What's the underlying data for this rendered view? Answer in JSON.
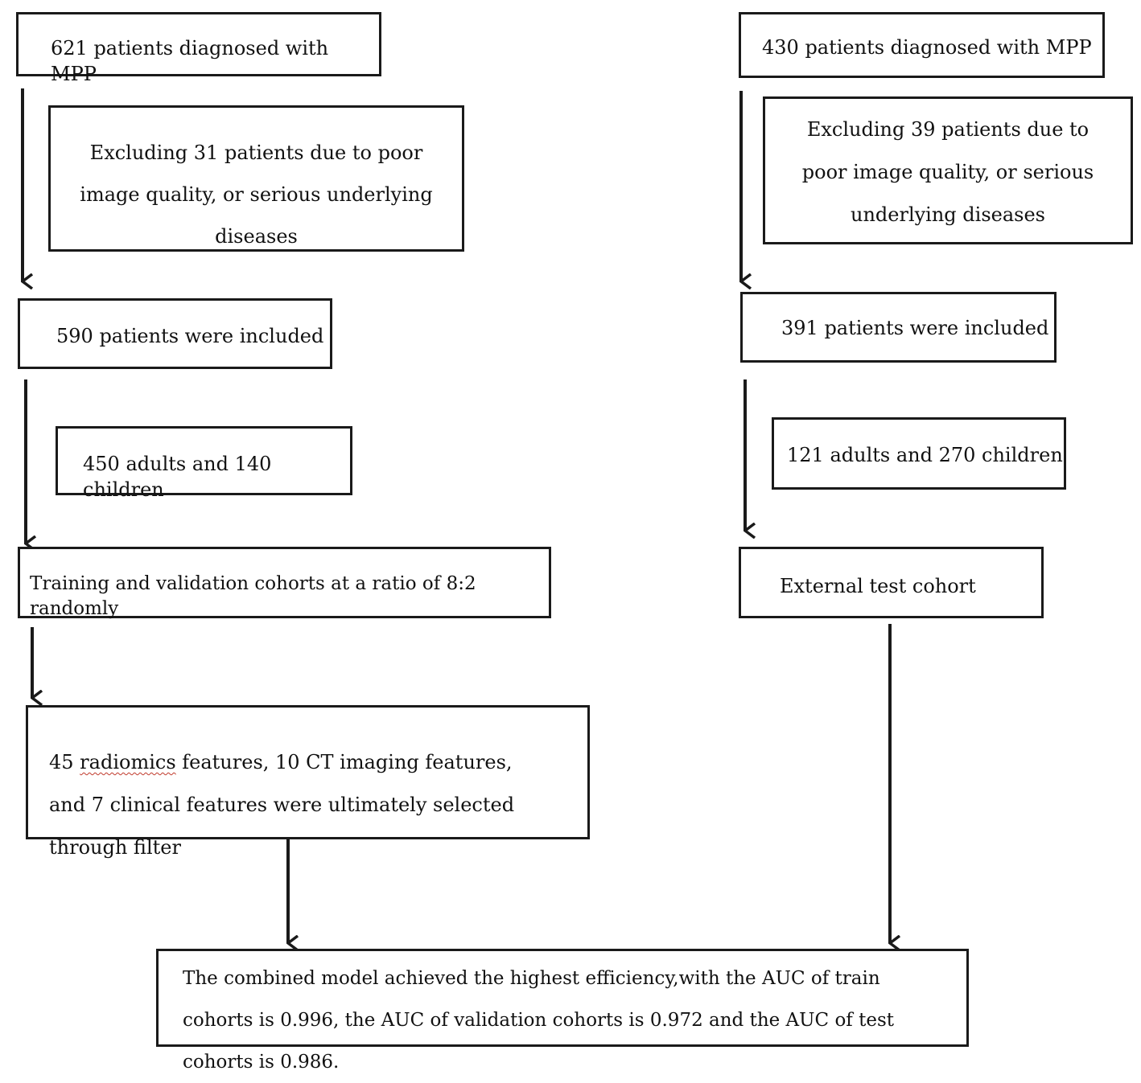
{
  "left": {
    "start": "621 patients diagnosed with MPP",
    "exclusion": "Excluding 31 patients due to poor image quality, or serious underlying diseases",
    "included": "590 patients were included",
    "breakdown": "450 adults and 140 children",
    "split": "Training and validation cohorts at a ratio of 8:2 randomly",
    "features": {
      "term": "radiomics",
      "before": "45 ",
      "after": " features, 10 CT imaging features, and 7 clinical features were ultimately selected through filter"
    }
  },
  "right": {
    "start": "430 patients diagnosed with MPP",
    "exclusion": "Excluding 39 patients due to poor image quality, or serious underlying diseases",
    "included": "391 patients were included",
    "breakdown": "121 adults and 270 children",
    "cohort": "External test cohort"
  },
  "result": "The combined model achieved the highest efficiency,with the AUC of train cohorts is 0.996, the AUC of validation cohorts is 0.972 and the AUC of test cohorts is 0.986.",
  "colors": {
    "line": "#1a1a1a",
    "spellcheck_underline": "#c0392b"
  }
}
